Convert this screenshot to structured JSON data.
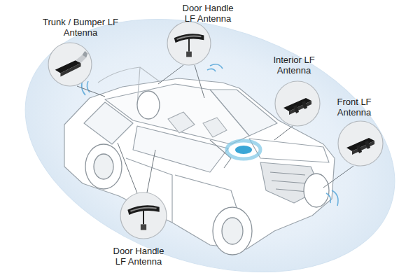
{
  "diagram": {
    "nodes": [
      {
        "text": [
          "Trunk / Bumper LF Antenna"
        ]
      },
      {
        "text": [
          "Door Handle LF Antenna"
        ]
      },
      {
        "text": [
          "Interior LF Antenna"
        ]
      },
      {
        "text": [
          "Front LF Antenna"
        ]
      },
      {
        "text": [
          "Door Handle LF Antenna"
        ]
      }
    ]
  }
}
